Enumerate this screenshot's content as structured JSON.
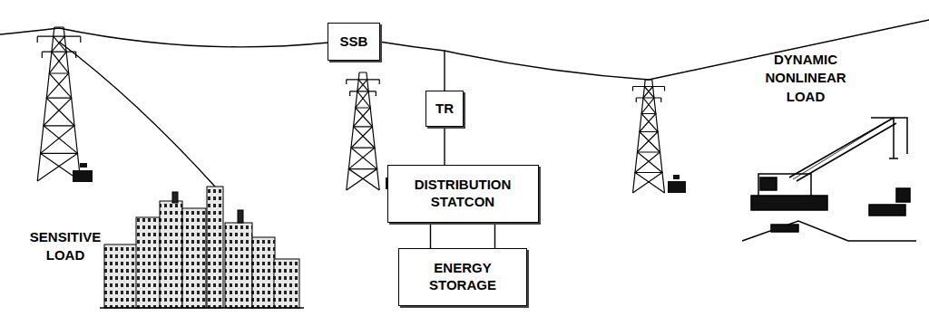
{
  "diagram": {
    "nodes": [
      {
        "text": [
          "SSB"
        ]
      },
      {
        "text": [
          "TR"
        ]
      },
      {
        "text": [
          "DISTRIBUTION STATCON"
        ]
      },
      {
        "text": [
          "ENERGY STORAGE"
        ]
      }
    ],
    "edges": [
      {
        "from": 1,
        "to": 2,
        "arrow": "none"
      },
      {
        "from": 2,
        "to": 3,
        "arrow": "none"
      },
      {
        "from": 2,
        "to": 3,
        "arrow": "none"
      }
    ],
    "labels": [
      "SENSITIVE LOAD",
      "DYNAMIC NONLINEAR LOAD"
    ]
  }
}
